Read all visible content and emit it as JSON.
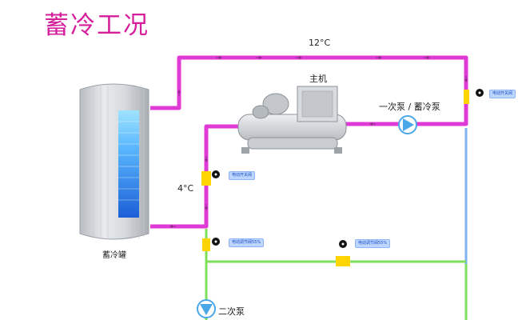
{
  "title": "蓄冷工况",
  "labels": {
    "temp_supply": "12°C",
    "temp_return": "4°C",
    "chiller": "主机",
    "primary_pump": "一次泵 / 蓄冷泵",
    "secondary_pump": "二次泵",
    "tank": "蓄冷罐"
  },
  "valve_tags": {
    "v_right": "电动开关阀",
    "v_mid": "电动开关阀",
    "v_low_left": "电动调节阀55%",
    "v_low_center": "电动调节阀55%"
  },
  "colors": {
    "title": "#d61f9b",
    "pipe_magenta": "#e03ad6",
    "pipe_blue": "#7fb2f0",
    "pipe_green": "#7ee05a",
    "valve_yellow": "#ffd400",
    "pump_blue": "#4aa8e8"
  },
  "icons": [
    "valve-actuator-icon",
    "pump-icon",
    "chiller-icon",
    "storage-tank-icon"
  ]
}
